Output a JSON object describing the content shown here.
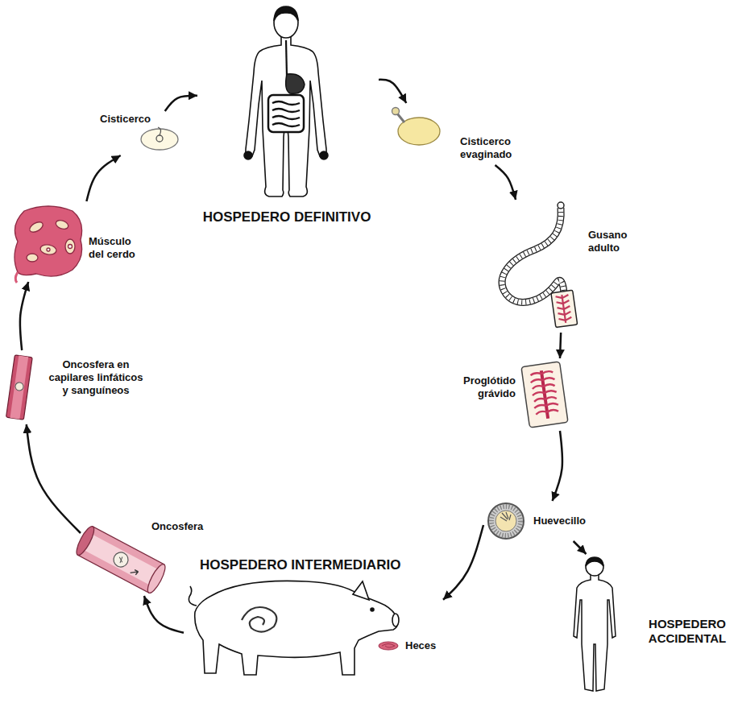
{
  "diagram": {
    "nodes": [
      {
        "text": [
          "HOSPEDERO DEFINITIVO"
        ]
      },
      {
        "text": [
          "Cisticerco evaginado"
        ]
      },
      {
        "text": [
          "Gusano adulto"
        ]
      },
      {
        "text": [
          "Proglótido grávido"
        ]
      },
      {
        "text": [
          "Huevecillo"
        ]
      },
      {
        "text": [
          "HOSPEDERO ACCIDENTAL"
        ]
      },
      {
        "text": [
          "HOSPEDERO INTERMEDIARIO"
        ]
      },
      {
        "text": [
          "Oncosfera"
        ]
      },
      {
        "text": [
          "Oncosfera en capilares linfáticos y sanguíneos"
        ]
      },
      {
        "text": [
          "Músculo del cerdo"
        ]
      },
      {
        "text": [
          "Cisticerco"
        ]
      }
    ],
    "edges": [
      {
        "from": 0,
        "to": 1,
        "arrow": "to"
      },
      {
        "from": 1,
        "to": 2,
        "arrow": "to"
      },
      {
        "from": 2,
        "to": 3,
        "arrow": "to"
      },
      {
        "from": 3,
        "to": 4,
        "arrow": "to"
      },
      {
        "from": 4,
        "to": 5,
        "arrow": "to"
      },
      {
        "from": 4,
        "to": 6,
        "arrow": "to"
      },
      {
        "from": 6,
        "to": 7,
        "arrow": "to"
      },
      {
        "from": 7,
        "to": 8,
        "arrow": "to"
      },
      {
        "from": 8,
        "to": 9,
        "arrow": "to"
      },
      {
        "from": 9,
        "to": 10,
        "arrow": "to"
      },
      {
        "from": 10,
        "to": 0,
        "arrow": "to"
      }
    ],
    "labels": [
      "Heces"
    ]
  }
}
